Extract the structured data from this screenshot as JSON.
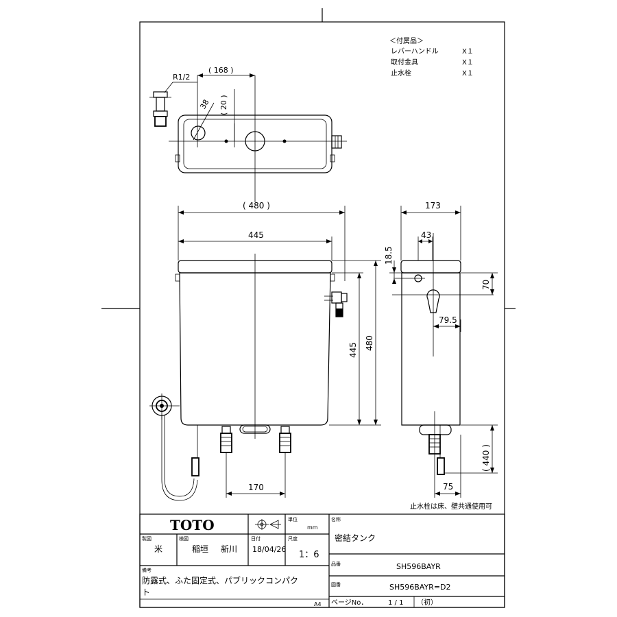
{
  "accessories": {
    "heading": "＜付属品＞",
    "items": [
      {
        "name": "レバーハンドル",
        "qty": "X１"
      },
      {
        "name": "取付金具",
        "qty": "X１"
      },
      {
        "name": "止水栓",
        "qty": "X１"
      }
    ]
  },
  "dimensions": {
    "thread": "R1/2",
    "top_offset": "( 168 )",
    "hole_dia": "38",
    "hole_offset": "( 20 )",
    "total_width": "( 480 )",
    "body_width": "445",
    "depth": "173",
    "side_43": "43",
    "side_18_5": "18.5",
    "side_70": "70",
    "side_79_5": "79.5",
    "height_445": "445",
    "height_480": "480",
    "feet_spacing": "170",
    "side_440": "( 440 )",
    "side_75": "75"
  },
  "note": "止水栓は床、壁共通使用可",
  "title_block": {
    "brand": "TOTO",
    "unit_label": "単位",
    "unit": "mm",
    "name_label": "名称",
    "name": "密結タンク",
    "drawn_label": "製図",
    "drawn": "米",
    "checked_label": "検図",
    "checked_1": "稲垣",
    "checked_2": "新川",
    "date_label": "日付",
    "date": "18/04/26",
    "scale_label": "尺度",
    "scale": "1：6",
    "product_label": "品番",
    "product": "SH596BAYR",
    "drawing_label": "図番",
    "drawing": "SH596BAYR=D2",
    "remarks_label": "備考",
    "remarks_1": "防露式、ふた固定式、パブリックコンパク",
    "remarks_2": "ト",
    "paper": "A4",
    "page_label": "ページNo．",
    "page": "1 / 1",
    "revision": "（初）"
  }
}
